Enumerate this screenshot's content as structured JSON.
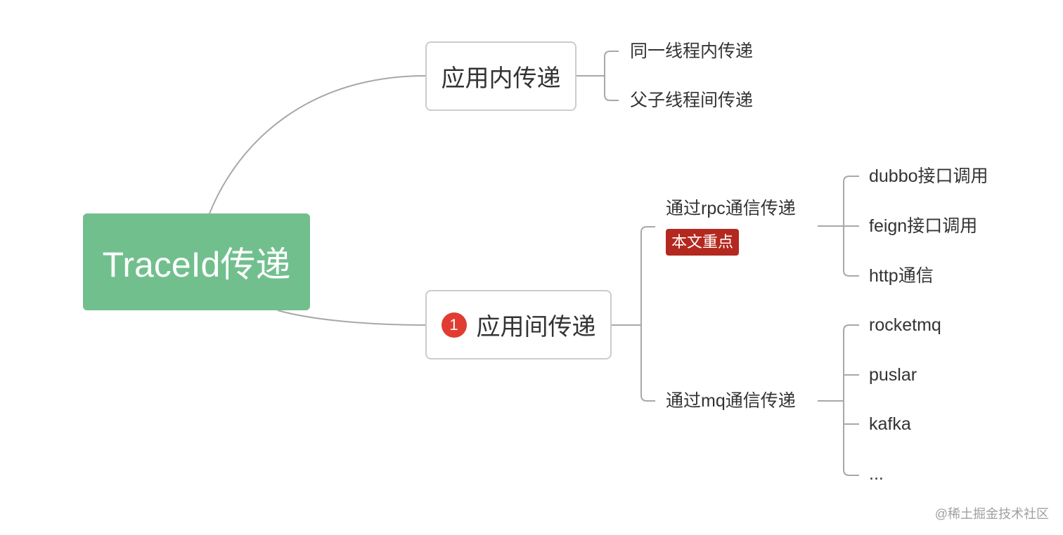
{
  "root": {
    "label": "TraceId传递"
  },
  "branches": [
    {
      "label": "应用内传递",
      "children": [
        "同一线程内传递",
        "父子线程间传递"
      ]
    },
    {
      "marker": "1",
      "label": "应用间传递",
      "groups": [
        {
          "label": "通过rpc通信传递",
          "tag": "本文重点",
          "children": [
            "dubbo接口调用",
            "feign接口调用",
            "http通信"
          ]
        },
        {
          "label": "通过mq通信传递",
          "children": [
            "rocketmq",
            "puslar",
            "kafka",
            "..."
          ]
        }
      ]
    }
  ],
  "watermark": "@稀土掘金技术社区",
  "colors": {
    "root_fill": "#72bf8e",
    "marker_fill": "#e03c32",
    "tag_fill": "#b3291f",
    "connector": "#a8a8a8"
  }
}
